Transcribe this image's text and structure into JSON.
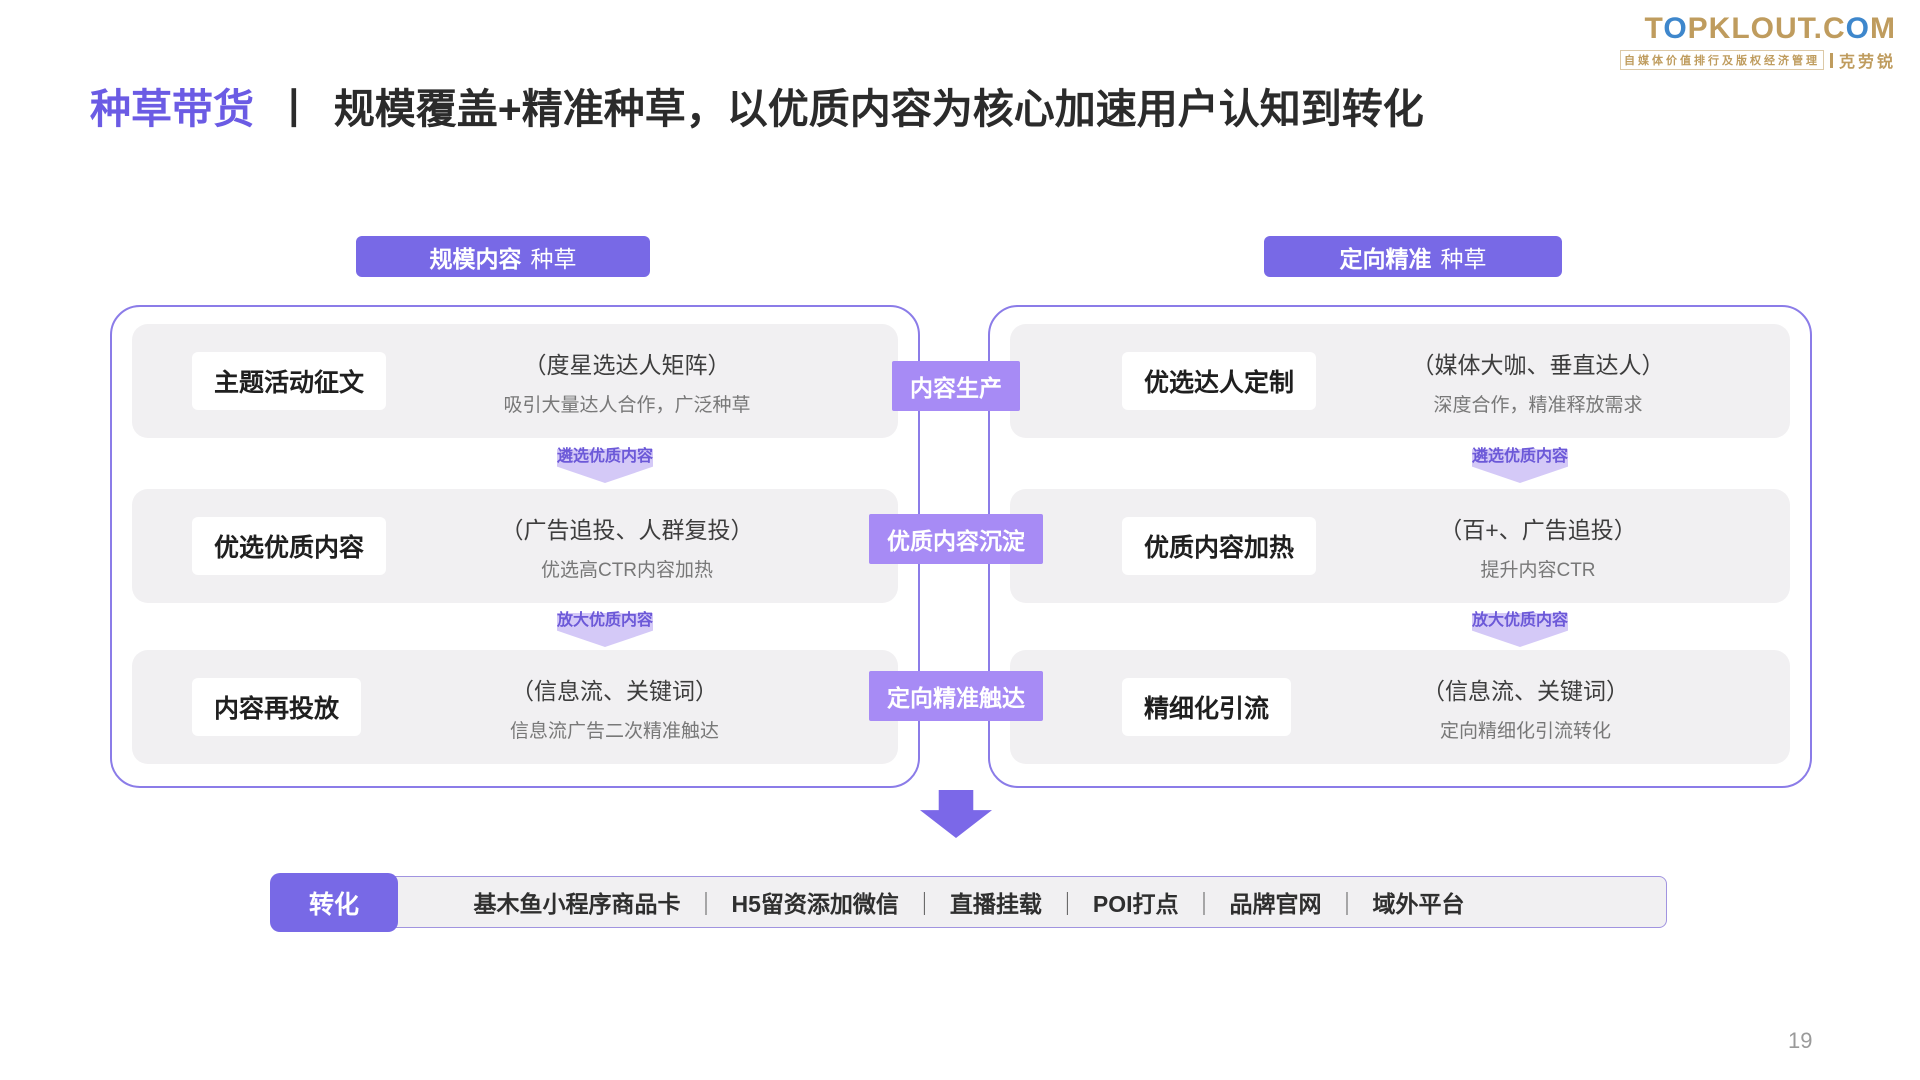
{
  "logo": {
    "brand_t": "T",
    "brand_o1": "O",
    "brand_mid": "PKLOUT.C",
    "brand_o2": "O",
    "brand_m": "M",
    "tagline": "自媒体价值排行及版权经济管理",
    "brand_cn": "克劳锐"
  },
  "title": {
    "accent": "种草带货",
    "separator": "丨",
    "main": "规模覆盖+精准种草，以优质内容为核心加速用户认知到转化"
  },
  "columns": [
    {
      "badge_bold": "规模内容",
      "badge_light": "种草",
      "rows": [
        {
          "label": "主题活动征文",
          "desc1": "（度星选达人矩阵）",
          "desc2": "吸引大量达人合作，广泛种草"
        },
        {
          "label": "优选优质内容",
          "desc1": "（广告追投、人群复投）",
          "desc2": "优选高CTR内容加热"
        },
        {
          "label": "内容再投放",
          "desc1": "（信息流、关键词）",
          "desc2": "信息流广告二次精准触达"
        }
      ],
      "step_arrows": [
        "遴选优质内容",
        "放大优质内容"
      ]
    },
    {
      "badge_bold": "定向精准",
      "badge_light": "种草",
      "rows": [
        {
          "label": "优选达人定制",
          "desc1": "（媒体大咖、垂直达人）",
          "desc2": "深度合作，精准释放需求"
        },
        {
          "label": "优质内容加热",
          "desc1": "（百+、广告追投）",
          "desc2": "提升内容CTR"
        },
        {
          "label": "精细化引流",
          "desc1": "（信息流、关键词）",
          "desc2": "定向精细化引流转化"
        }
      ],
      "step_arrows": [
        "遴选优质内容",
        "放大优质内容"
      ]
    }
  ],
  "flow_labels": [
    "内容生产",
    "优质内容沉淀",
    "定向精准触达"
  ],
  "conversion": {
    "badge": "转化",
    "separator": "｜",
    "items": [
      "基木鱼小程序商品卡",
      "H5留资添加微信",
      "直播挂载",
      "POI打点",
      "品牌官网",
      "域外平台"
    ]
  },
  "page_number": "19",
  "colors": {
    "primary_purple": "#7869E6",
    "light_purple": "#A78BF5",
    "chevron_fill": "#D4C9F7",
    "title_accent": "#6B5BE4",
    "logo_gold": "#BF9C5E",
    "logo_blue": "#3E87CC"
  }
}
